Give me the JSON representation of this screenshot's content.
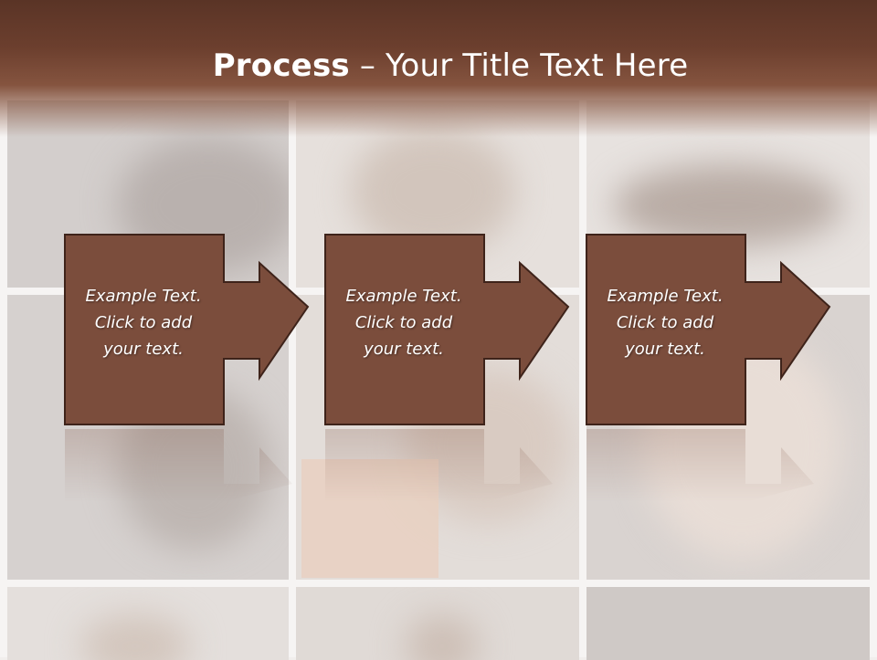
{
  "slide": {
    "title_bold": "Process",
    "title_rest": " – Your Title Text Here"
  },
  "steps": [
    {
      "text": "Example Text.\nClick  to add\nyour text."
    },
    {
      "text": "Example Text.\nClick  to add\nyour text."
    },
    {
      "text": "Example Text.\nClick  to add\nyour text."
    }
  ],
  "colors": {
    "title_band": "#6c3f2e",
    "box_fill": "#7b4d3c",
    "box_stroke": "#3e231a",
    "text": "#ffffff"
  }
}
